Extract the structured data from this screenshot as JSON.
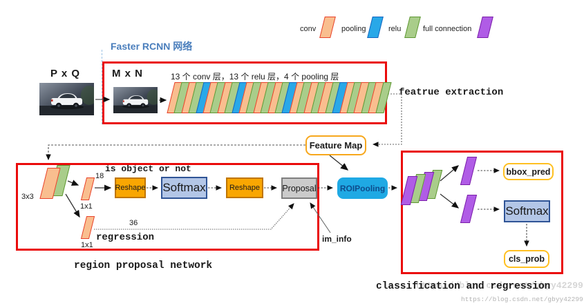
{
  "legend": {
    "items": [
      {
        "type": "conv",
        "label": "conv",
        "fill": "#F9BE8F",
        "border": "#E8402A"
      },
      {
        "type": "pooling",
        "label": "pooling",
        "fill": "#29A8E8",
        "border": "#1565C0"
      },
      {
        "type": "relu",
        "label": "relu",
        "fill": "#A9CD8A",
        "border": "#5E9732"
      },
      {
        "type": "full_connection",
        "label": "full connection",
        "fill": "#B05CE6",
        "border": "#7A1FA8"
      }
    ]
  },
  "header": {
    "network_title": "Faster RCNN 网络"
  },
  "feature_extraction": {
    "section_label": "featrue extraction",
    "input_size_label": "P x Q",
    "resized_size_label": "M x N",
    "layers_caption": "13 个 conv 层，13 个 relu 层，4 个 pooling 层",
    "layer_sequence": [
      "conv",
      "relu",
      "conv",
      "relu",
      "pooling",
      "conv",
      "relu",
      "conv",
      "relu",
      "pooling",
      "conv",
      "relu",
      "conv",
      "relu",
      "conv",
      "relu",
      "pooling",
      "conv",
      "relu",
      "conv",
      "relu",
      "conv",
      "relu",
      "pooling",
      "conv",
      "relu",
      "conv",
      "relu",
      "conv",
      "relu"
    ]
  },
  "feature_map": {
    "label": "Feature Map"
  },
  "rpn": {
    "section_label": "region proposal network",
    "conv3x3_label": "3x3",
    "conv1x1_cls_label": "1x1",
    "conv1x1_reg_label": "1x1",
    "cls_channels": "18",
    "reg_channels": "36",
    "cls_branch_caption": "is object or not",
    "reg_branch_caption": "regression",
    "reshape1_label": "Reshape",
    "softmax_label": "Softmax",
    "reshape2_label": "Reshape",
    "proposal_label": "Proposal",
    "im_info_label": "im_info"
  },
  "roi_pooling": {
    "label": "ROIPooling"
  },
  "classification": {
    "section_label": "classification and regression",
    "bbox_pred_label": "bbox_pred",
    "softmax_label": "Softmax",
    "cls_prob_label": "cls_prob"
  },
  "watermark": {
    "url": "https://blog.csdn.net/gbyy42299"
  },
  "colors": {
    "box_red": "#EA0B0B",
    "title_blue": "#4A7EBC",
    "feature_map_border": "#F7A71C",
    "output_border": "#FFC021",
    "roi_fill": "#1FA9E4",
    "roi_text": "#0E4C8C",
    "softmax_fill": "#B3C6E7",
    "softmax_border": "#2F5496",
    "reshape_fill": "#F9A602",
    "reshape_border": "#BF7500",
    "proposal_fill": "#CBCBCB",
    "proposal_border": "#7F7F7F"
  }
}
